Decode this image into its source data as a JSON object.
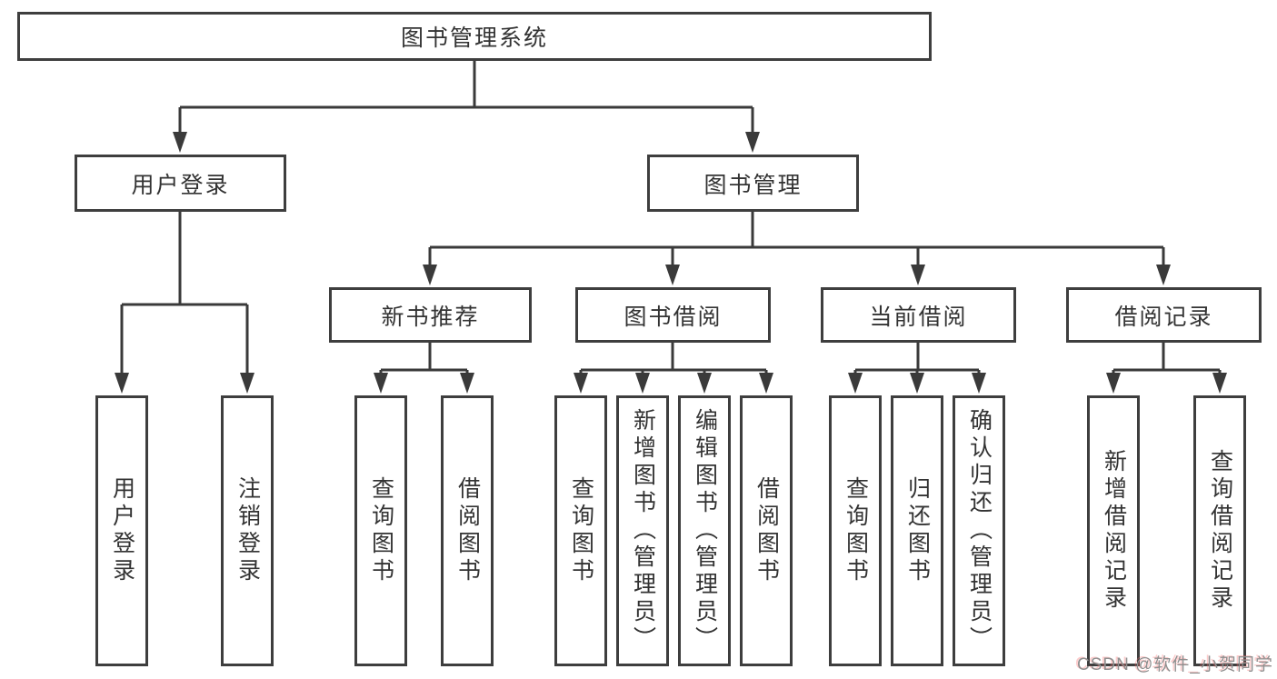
{
  "tree": {
    "root": {
      "label": "图书管理系统"
    },
    "branches": [
      {
        "label": "用户登录",
        "children": [
          {
            "label": "用户登录"
          },
          {
            "label": "注销登录"
          }
        ]
      },
      {
        "label": "图书管理",
        "children": [
          {
            "label": "新书推荐",
            "children": [
              {
                "label": "查询图书"
              },
              {
                "label": "借阅图书"
              }
            ]
          },
          {
            "label": "图书借阅",
            "children": [
              {
                "label": "查询图书"
              },
              {
                "label": "新增图书（管理员）"
              },
              {
                "label": "编辑图书（管理员）"
              },
              {
                "label": "借阅图书"
              }
            ]
          },
          {
            "label": "当前借阅",
            "children": [
              {
                "label": "查询图书"
              },
              {
                "label": "归还图书"
              },
              {
                "label": "确认归还（管理员）"
              }
            ]
          },
          {
            "label": "借阅记录",
            "children": [
              {
                "label": "新增借阅记录"
              },
              {
                "label": "查询借阅记录"
              }
            ]
          }
        ]
      }
    ]
  },
  "watermark": {
    "text": "CSDN @软件_小贺同学"
  },
  "colors": {
    "background": "#ffffff",
    "line": "#3a3a3a",
    "box_border": "#3e3e3e",
    "text": "#333333",
    "watermark": "#8f8f8f"
  }
}
